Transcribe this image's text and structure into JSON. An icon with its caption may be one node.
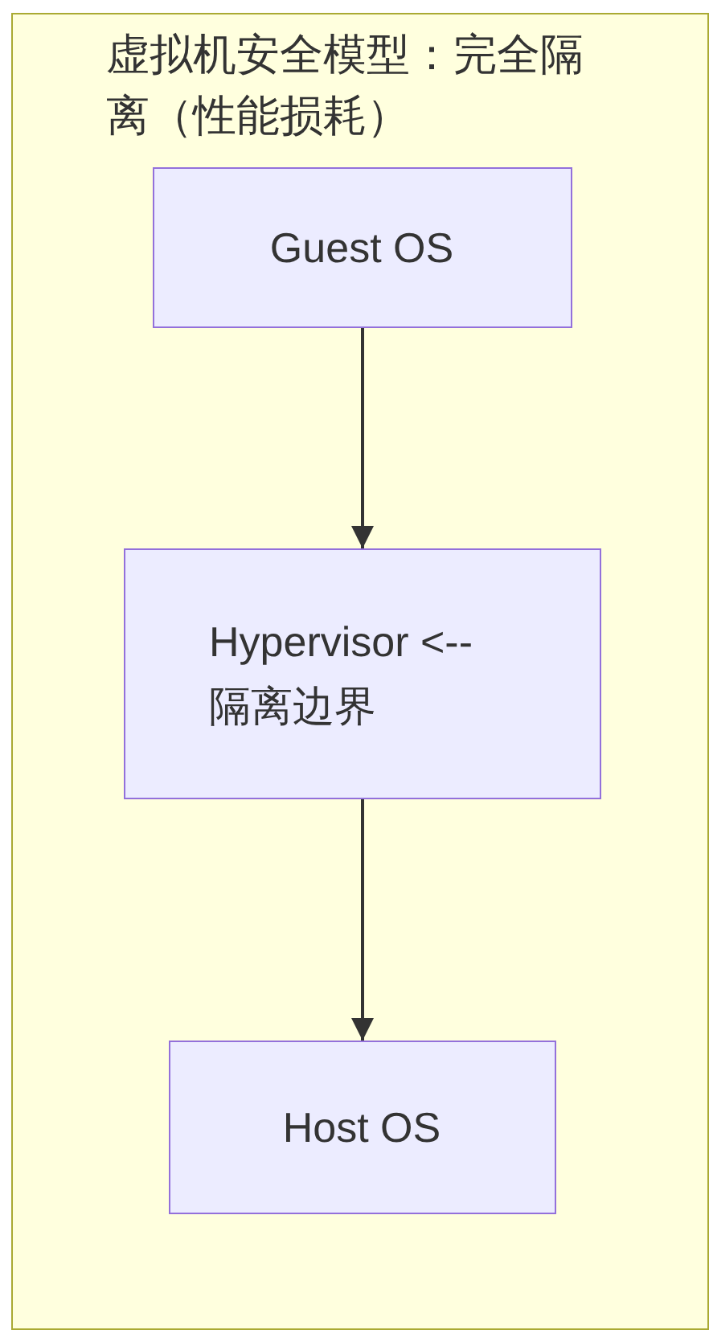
{
  "diagram": {
    "nodes": [
      {
        "text": [
          "虚拟机安全模型：完全隔离（性能损耗）"
        ]
      },
      {
        "text": [
          "Guest OS"
        ],
        "in": 0
      },
      {
        "text": [
          "Hypervisor <-- 隔离边界"
        ],
        "in": 0
      },
      {
        "text": [
          "Host OS"
        ],
        "in": 0
      }
    ],
    "edges": [
      {
        "from": 1,
        "to": 2,
        "arrow": "to"
      },
      {
        "from": 2,
        "to": 3,
        "arrow": "to"
      }
    ]
  }
}
